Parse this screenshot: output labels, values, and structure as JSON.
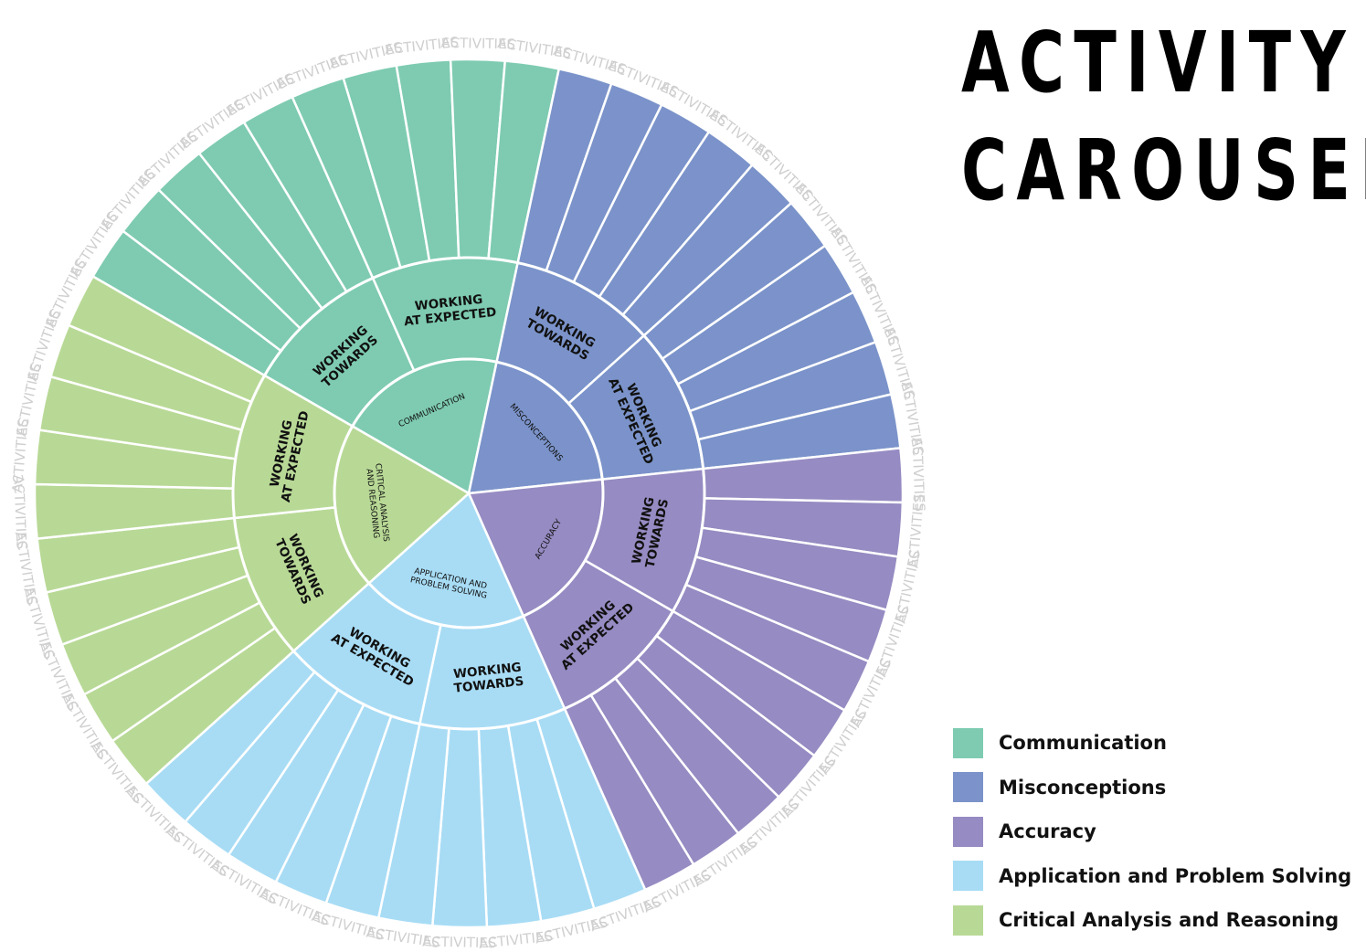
{
  "title": {
    "line1": "ACTIVITY",
    "line2": "CAROUSEL"
  },
  "ring_label": "ACTIVITIES",
  "activities_per_level": 5,
  "categories": [
    {
      "id": "communication",
      "name": "COMMUNICATION",
      "color": "#7ECBB1",
      "levels": [
        "WORKING\nTOWARDS",
        "WORKING\nAT EXPECTED"
      ]
    },
    {
      "id": "misconceptions",
      "name": "MISCONCEPTIONS",
      "color": "#7B93CA",
      "levels": [
        "WORKING\nTOWARDS",
        "WORKING\nAT EXPECTED"
      ]
    },
    {
      "id": "accuracy",
      "name": "ACCURACY",
      "color": "#968BC2",
      "levels": [
        "WORKING\nTOWARDS",
        "WORKING\nAT EXPECTED"
      ]
    },
    {
      "id": "application",
      "name": "APPLICATION AND\nPROBLEM SOLVING",
      "color": "#A8DCF5",
      "levels": [
        "WORKING\nTOWARDS",
        "WORKING\nAT EXPECTED"
      ]
    },
    {
      "id": "critical",
      "name": "CRITICAL ANALYSIS\nAND REASONING",
      "color": "#B8D996",
      "levels": [
        "WORKING\nTOWARDS",
        "WORKING\nAT EXPECTED"
      ]
    }
  ],
  "legend": [
    {
      "label": "Communication",
      "color": "#7ECBB1"
    },
    {
      "label": "Misconceptions",
      "color": "#7B93CA"
    },
    {
      "label": "Accuracy",
      "color": "#968BC2"
    },
    {
      "label": "Application and Problem Solving",
      "color": "#A8DCF5"
    },
    {
      "label": "Critical Analysis and Reasoning",
      "color": "#B8D996"
    }
  ]
}
